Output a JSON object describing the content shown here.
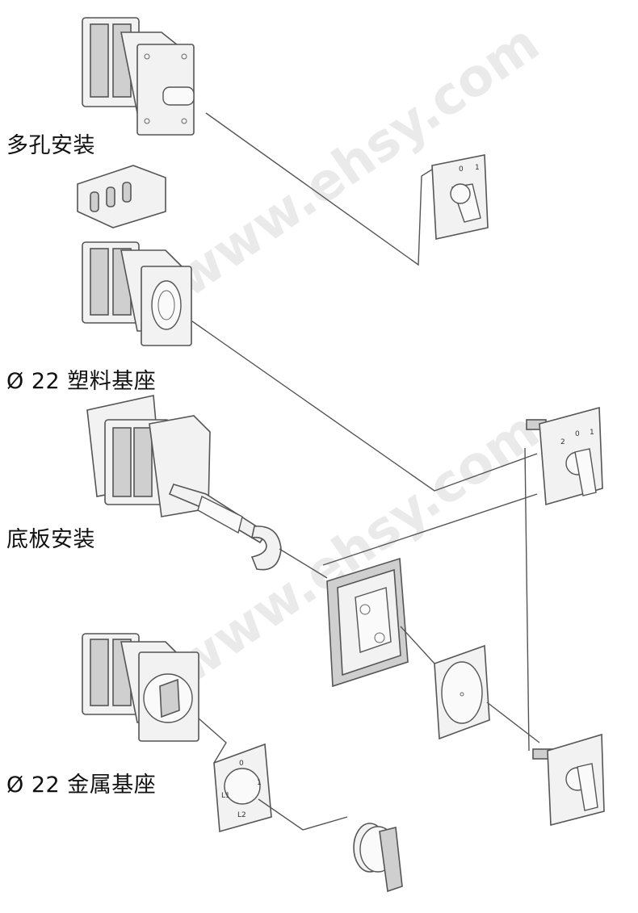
{
  "labels": {
    "multi_hole": "多孔安装",
    "plastic_base_22": "Ø 22 塑料基座",
    "base_plate": "底板安装",
    "metal_base_22": "Ø 22 金属基座"
  },
  "watermarks": [
    "www.ehsy.com",
    "www.ehsy.com"
  ],
  "dial_marks": {
    "small_plate": [
      "0",
      "1"
    ],
    "front_plate": [
      "2",
      "0",
      "1"
    ],
    "round_plate": [
      "0",
      "1",
      "L1",
      "L2"
    ]
  },
  "colors": {
    "line": "#555555",
    "part_fill": "#f2f2f2",
    "watermark": "#d9d9d9"
  }
}
